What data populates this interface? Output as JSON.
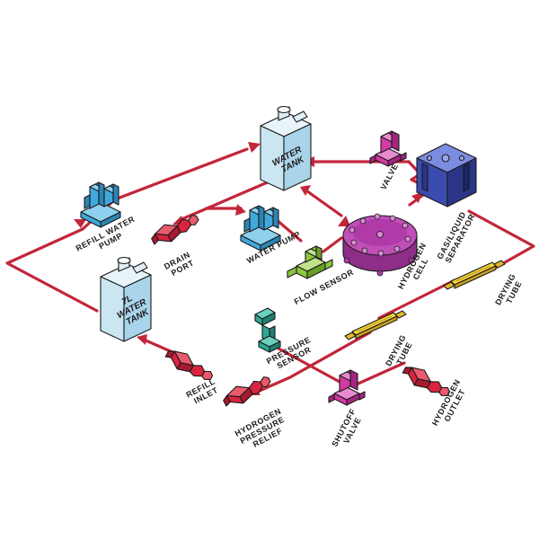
{
  "colors": {
    "pipe": "#c3253a",
    "blue": "#3fa9dc",
    "red": "#d9243f",
    "purple": "#b03aa8",
    "navy": "#3b4bb0",
    "green": "#8cc63f",
    "yellow": "#f6d33c",
    "magenta": "#d53aa4",
    "tank": "#cbe6f3"
  },
  "components": {
    "water_tank": {
      "line1": "WATER",
      "line2": "TANK",
      "icon": "water-tank-icon"
    },
    "seven_l_tank": {
      "line1": "7L",
      "line2": "WATER",
      "line3": "TANK",
      "icon": "water-tank-icon"
    },
    "refill_water_pump": {
      "line1": "REFILL WATER",
      "line2": "PUMP",
      "icon": "pump-icon"
    },
    "drain_port": {
      "line1": "DRAIN",
      "line2": "PORT",
      "icon": "port-fitting-icon"
    },
    "water_pump": {
      "line1": "WATER PUMP",
      "icon": "pump-icon"
    },
    "flow_sensor": {
      "line1": "FLOW SENSOR",
      "icon": "flow-sensor-icon"
    },
    "hydrogen_cell": {
      "line1": "HYDROGEN",
      "line2": "CELL",
      "icon": "electrolysis-cell-icon"
    },
    "valve": {
      "line1": "VALVE",
      "icon": "solenoid-valve-icon"
    },
    "separator": {
      "line1": "GAS/LIQUID",
      "line2": "SEPARATOR",
      "icon": "separator-icon"
    },
    "drying_tube_upper": {
      "line1": "DRYING",
      "line2": "TUBE",
      "icon": "drying-tube-icon"
    },
    "drying_tube_lower": {
      "line1": "DRYING",
      "line2": "TUBE",
      "icon": "drying-tube-icon"
    },
    "pressure_sensor": {
      "line1": "PRESSURE",
      "line2": "SENSOR",
      "icon": "pressure-sensor-icon"
    },
    "refill_inlet": {
      "line1": "REFILL",
      "line2": "INLET",
      "icon": "port-fitting-icon"
    },
    "hydrogen_pressure_relief": {
      "line1": "HYDROGEN",
      "line2": "PRESSURE",
      "line3": "RELIEF",
      "icon": "port-fitting-icon"
    },
    "shutoff_valve": {
      "line1": "SHUTOFF",
      "line2": "VALVE",
      "icon": "solenoid-valve-icon"
    },
    "hydrogen_outlet": {
      "line1": "HYDROGEN",
      "line2": "OUTLET",
      "icon": "port-fitting-icon"
    }
  }
}
